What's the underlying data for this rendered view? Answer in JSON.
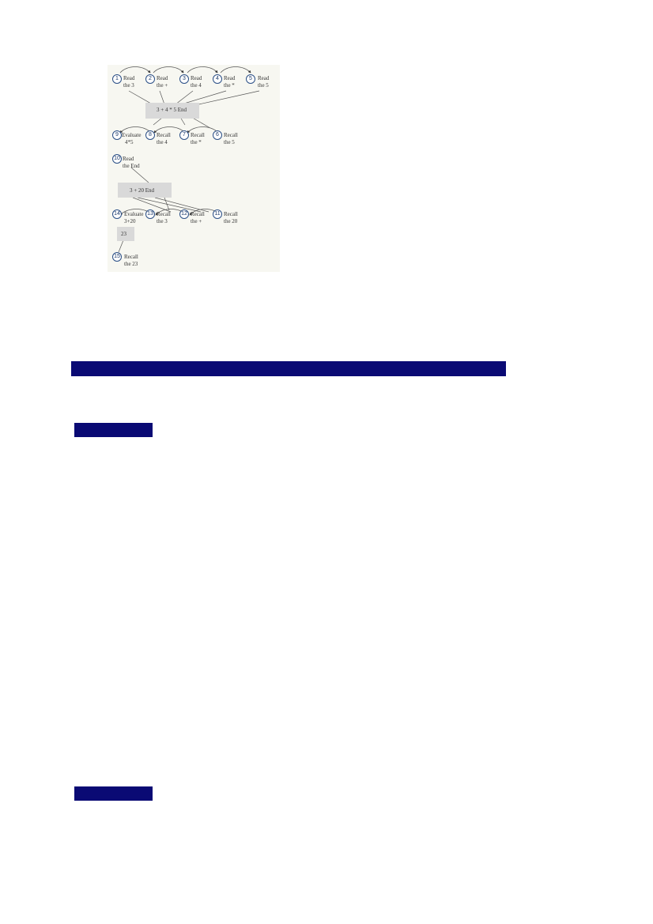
{
  "diagram": {
    "top_row": [
      {
        "num": "1",
        "line1": "Read",
        "line2": "the 3"
      },
      {
        "num": "2",
        "line1": "Read",
        "line2": "the +"
      },
      {
        "num": "3",
        "line1": "Read",
        "line2": "the 4"
      },
      {
        "num": "4",
        "line1": "Read",
        "line2": "the *"
      },
      {
        "num": "5",
        "line1": "Read",
        "line2": "the 5"
      }
    ],
    "expr1": "3 + 4 * 5 End",
    "second_row": [
      {
        "num": "9",
        "line1": "Evaluate",
        "line2": "4*5"
      },
      {
        "num": "8",
        "line1": "Recall",
        "line2": "the 4"
      },
      {
        "num": "7",
        "line1": "Recall",
        "line2": "the *"
      },
      {
        "num": "6",
        "line1": "Recall",
        "line2": "the 5"
      }
    ],
    "read_end": {
      "num": "10",
      "line1": "Read",
      "line2": "the End"
    },
    "expr2": "3 + 20 End",
    "third_row": [
      {
        "num": "14",
        "line1": "Evaluate",
        "line2": "3+20"
      },
      {
        "num": "13",
        "line1": "Recall",
        "line2": "the 3"
      },
      {
        "num": "12",
        "line1": "Recall",
        "line2": "the +"
      },
      {
        "num": "11",
        "line1": "Recall",
        "line2": "the 20"
      }
    ],
    "result": "23",
    "final": {
      "num": "15",
      "line1": "Recall",
      "line2": "the 23"
    }
  },
  "bars": {
    "main_header_color": "#0a0a74",
    "section_tab_color": "#0a0a74"
  }
}
